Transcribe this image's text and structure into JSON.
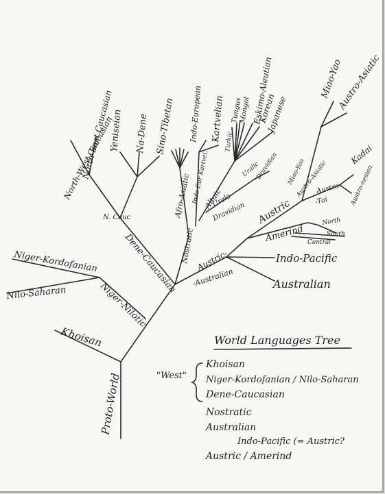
{
  "tree_labels": {
    "proto_world": "Proto-World",
    "khoisan": "Khoisan",
    "niger_kordofanian": "Niger-Kordofanian",
    "nilo_saharan": "Nilo-Saharan",
    "niger_nilotic": "Niger-Nilotic",
    "dene_caucasian": "Dene-Caucasian",
    "n_cauc": "N. Cauc",
    "north_west_caucasian": "North-West Caucasian",
    "north_east_caucasian": "North-East Caucasian",
    "yeniseian": "Yeniseian",
    "na_dene": "Na-Dene",
    "sino_tibetan": "Sino-Tibetan",
    "nostratic": "Nostratic",
    "afro_asiatic": "Afro-Asiatic",
    "indo_european": "Indo-European",
    "indo_eur_kartvel": "Indo-Eur Kartvel.",
    "kartvelian": "Kartvelian",
    "altaic": "Altaic",
    "turkic": "Turkic",
    "tungus": "Tungus",
    "mongol": "Mongol",
    "eskimo_aleutian": "Eskimo-Aleutian",
    "korean": "Korean",
    "japanese": "Japanese",
    "uralic_upper": "Uralic",
    "uralo": "Uralo-",
    "dravidian": "Dravidian",
    "dravidian_upper": "Dravidian",
    "austric_australian": "Austric-",
    "australian_suffix": "-Australian",
    "australian": "Australian",
    "indo_pacific": "Indo-Pacific",
    "amerind": "Amerind",
    "north": "North",
    "south": "South",
    "central": "Central",
    "austric": "Austric",
    "miao_yao_austro_asiatic": "Miao-Yao",
    "austro_asiatic_lower": "Austro-Asiatic",
    "miao_yao": "Miao-Yao",
    "austro_asiatic": "Austro-Asiatic",
    "austro": "Austro-",
    "tai": "-Tai",
    "kadai": "Kadai",
    "austronesian": "Austro-nesian"
  },
  "legend": {
    "title": "World Languages Tree",
    "west_label": "\"West\"",
    "west_items": [
      "Khoisan",
      "Niger-Kordofanian / Nilo-Saharan",
      "Dene-Caucasian"
    ],
    "other_items": [
      "Nostratic",
      "Australian",
      "Indo-Pacific (= Austric?",
      "Austric / Amerind"
    ]
  }
}
